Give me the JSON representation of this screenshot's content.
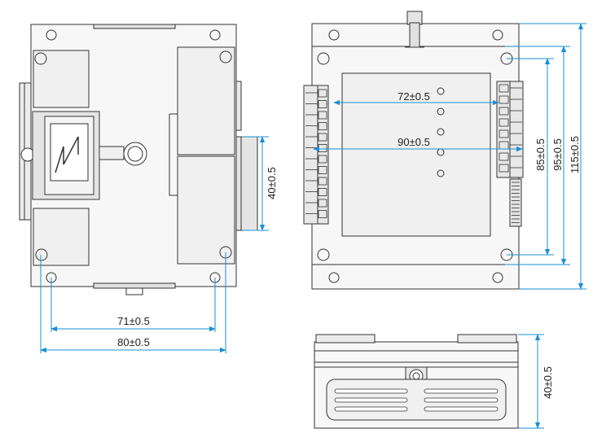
{
  "dimensions": {
    "front_height": "40±0.5",
    "hole_spacing_inner": "71±0.5",
    "hole_spacing_outer": "80±0.5",
    "terminal_spacing_inner": "72±0.5",
    "terminal_spacing_outer": "90±0.5",
    "vertical_85": "85±0.5",
    "vertical_95": "95±0.5",
    "vertical_115": "115±0.5",
    "side_height": "40±0.5"
  },
  "colors": {
    "outline": "#333333",
    "dimension": "#1a8fd6",
    "panel_fill": "#f0f0f0",
    "dark_fill": "#dcdcdc"
  }
}
